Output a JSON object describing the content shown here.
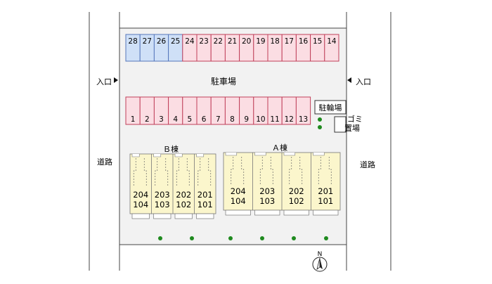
{
  "labels": {
    "parking": "駐車場",
    "bicycle_parking": "駐輪場",
    "garbage_line1": "ゴミ",
    "garbage_line2": "置場",
    "entrance_left": "入口",
    "entrance_right": "入口",
    "road_left": "道路",
    "road_right": "道路",
    "building_b": "Ｂ棟",
    "building_a": "Ａ棟",
    "north": "N"
  },
  "parking_top": {
    "blue_spaces": [
      "28",
      "27",
      "26",
      "25"
    ],
    "pink_spaces": [
      "24",
      "23",
      "22",
      "21",
      "20",
      "19",
      "18",
      "17",
      "16",
      "15",
      "14"
    ]
  },
  "parking_bottom": {
    "spaces": [
      "1",
      "2",
      "3",
      "4",
      "5",
      "6",
      "7",
      "8",
      "9",
      "10",
      "11",
      "12",
      "13"
    ]
  },
  "building_b_units": [
    {
      "upper": "204",
      "lower": "104"
    },
    {
      "upper": "203",
      "lower": "103"
    },
    {
      "upper": "202",
      "lower": "102"
    },
    {
      "upper": "201",
      "lower": "101"
    }
  ],
  "building_a_units": [
    {
      "upper": "204",
      "lower": "104"
    },
    {
      "upper": "203",
      "lower": "103"
    },
    {
      "upper": "202",
      "lower": "102"
    },
    {
      "upper": "201",
      "lower": "101"
    }
  ],
  "colors": {
    "blue_space": "#cfe0f7",
    "blue_stroke": "#5577bb",
    "pink_space": "#fbdde3",
    "pink_stroke": "#c0405a",
    "building_fill": "#fbf6cc",
    "tree": "#1f8a1f"
  }
}
